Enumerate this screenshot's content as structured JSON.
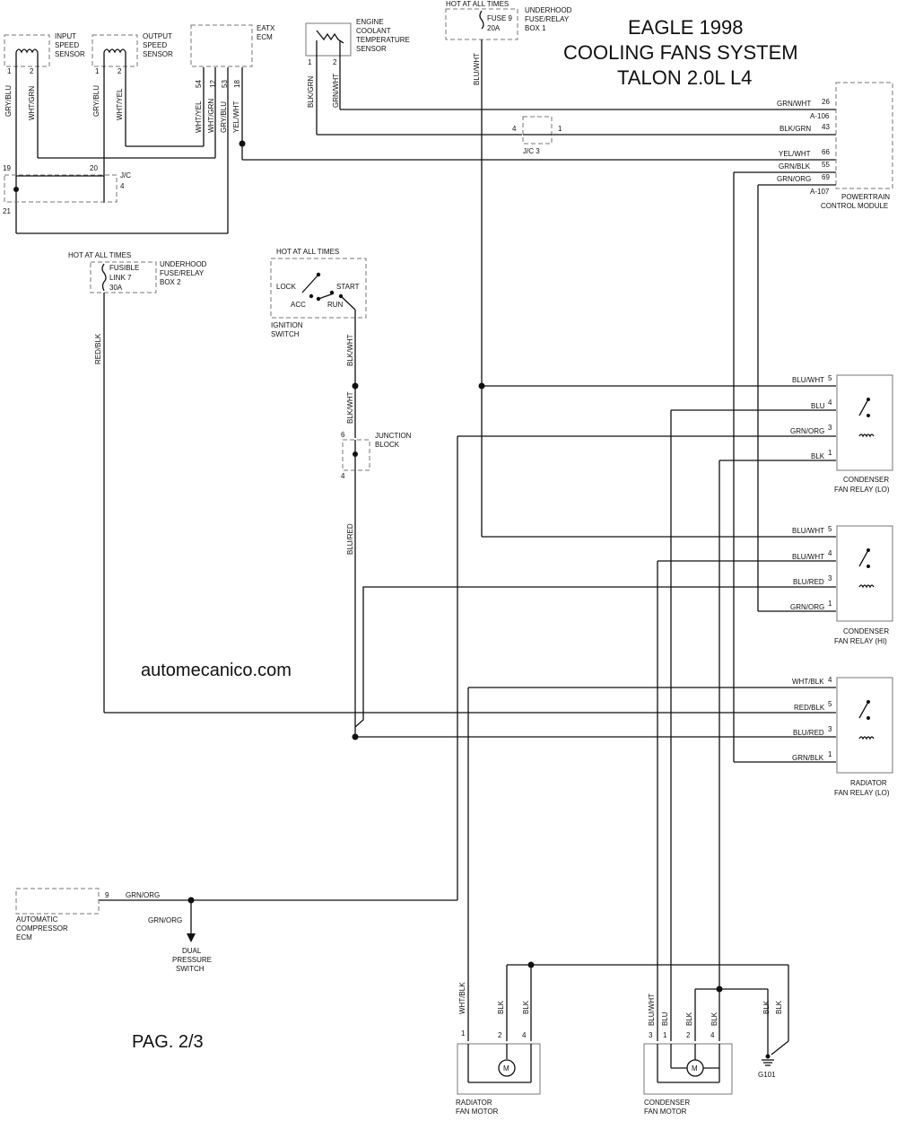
{
  "title": {
    "line1": "EAGLE 1998",
    "line2": "COOLING FANS SYSTEM",
    "line3": "TALON 2.0L L4"
  },
  "watermark": "automecanico.com",
  "page_label": "PAG. 2/3",
  "components": {
    "input_speed_sensor": {
      "l1": "INPUT",
      "l2": "SPEED",
      "l3": "SENSOR",
      "pins": [
        "1",
        "2"
      ]
    },
    "output_speed_sensor": {
      "l1": "OUTPUT",
      "l2": "SPEED",
      "l3": "SENSOR",
      "pins": [
        "1",
        "2"
      ]
    },
    "eatx_ecm": {
      "l1": "EATX",
      "l2": "ECM",
      "pins": [
        "54",
        "12",
        "53",
        "18"
      ]
    },
    "ect_sensor": {
      "l1": "ENGINE",
      "l2": "COOLANT",
      "l3": "TEMPERATURE",
      "l4": "SENSOR",
      "pins": [
        "1",
        "2"
      ]
    },
    "fuse9": {
      "hot": "HOT AT ALL TIMES",
      "l1": "FUSE 9",
      "l2": "20A",
      "b1": "UNDERHOOD",
      "b2": "FUSE/RELAY",
      "b3": "BOX 1"
    },
    "jc_top": {
      "label": "J/C",
      "pins": [
        "19",
        "20",
        "4",
        "21"
      ]
    },
    "jc3": {
      "label": "J/C 3",
      "pins": [
        "4",
        "1"
      ]
    },
    "pcm": {
      "l1": "POWERTRAIN",
      "l2": "CONTROL MODULE",
      "conn_a106": "A-106",
      "conn_a107": "A-107",
      "pins": [
        {
          "wire": "GRN/WHT",
          "pin": "26"
        },
        {
          "wire": "BLK/GRN",
          "pin": "43"
        },
        {
          "wire": "YEL/WHT",
          "pin": "66"
        },
        {
          "wire": "GRN/BLK",
          "pin": "55"
        },
        {
          "wire": "GRN/ORG",
          "pin": "69"
        }
      ]
    },
    "fusible_link": {
      "hot": "HOT AT ALL TIMES",
      "l1": "FUSIBLE",
      "l2": "LINK 7",
      "l3": "30A",
      "b1": "UNDERHOOD",
      "b2": "FUSE/RELAY",
      "b3": "BOX 2"
    },
    "ignition": {
      "hot": "HOT AT ALL TIMES",
      "lock": "LOCK",
      "acc": "ACC",
      "start": "START",
      "run": "RUN",
      "l1": "IGNITION",
      "l2": "SWITCH"
    },
    "junction_block": {
      "l1": "JUNCTION",
      "l2": "BLOCK",
      "pin_top": "6",
      "pin_bottom": "4"
    },
    "relay_lo": {
      "l1": "CONDENSER",
      "l2": "FAN RELAY (LO)",
      "pins": [
        {
          "wire": "BLU/WHT",
          "pin": "5"
        },
        {
          "wire": "BLU",
          "pin": "4"
        },
        {
          "wire": "GRN/ORG",
          "pin": "3"
        },
        {
          "wire": "BLK",
          "pin": "1"
        }
      ]
    },
    "relay_hi": {
      "l1": "CONDENSER",
      "l2": "FAN RELAY (HI)",
      "pins": [
        {
          "wire": "BLU/WHT",
          "pin": "5"
        },
        {
          "wire": "BLU/WHT",
          "pin": "4"
        },
        {
          "wire": "BLU/RED",
          "pin": "3"
        },
        {
          "wire": "GRN/ORG",
          "pin": "1"
        }
      ]
    },
    "relay_rad": {
      "l1": "RADIATOR",
      "l2": "FAN RELAY (LO)",
      "pins": [
        {
          "wire": "WHT/BLK",
          "pin": "4"
        },
        {
          "wire": "RED/BLK",
          "pin": "5"
        },
        {
          "wire": "BLU/RED",
          "pin": "3"
        },
        {
          "wire": "GRN/BLK",
          "pin": "1"
        }
      ]
    },
    "ac_ecm": {
      "l1": "AUTOMATIC",
      "l2": "COMPRESSOR",
      "l3": "ECM",
      "pin": "9"
    },
    "dual_pressure": {
      "l1": "DUAL",
      "l2": "PRESSURE",
      "l3": "SWITCH"
    },
    "radiator_motor": {
      "l1": "RADIATOR",
      "l2": "FAN MOTOR",
      "pins": [
        "1",
        "2",
        "4"
      ],
      "m": "M"
    },
    "condenser_motor": {
      "l1": "CONDENSER",
      "l2": "FAN MOTOR",
      "pins": [
        "3",
        "1",
        "2",
        "4"
      ],
      "m": "M"
    },
    "ground": {
      "label": "G101"
    }
  },
  "wires": {
    "gry_blu": "GRY/BLU",
    "wht_grn": "WHT/GRN",
    "wht_yel": "WHT/YEL",
    "yel_wht": "YEL/WHT",
    "blk_grn": "BLK/GRN",
    "grn_wht": "GRN/WHT",
    "blu_wht": "BLU/WHT",
    "red_blk": "RED/BLK",
    "blk_wht": "BLK/WHT",
    "blu_red": "BLU/RED",
    "grn_org": "GRN/ORG",
    "wht_blk": "WHT/BLK",
    "blk": "BLK",
    "blu": "BLU"
  }
}
